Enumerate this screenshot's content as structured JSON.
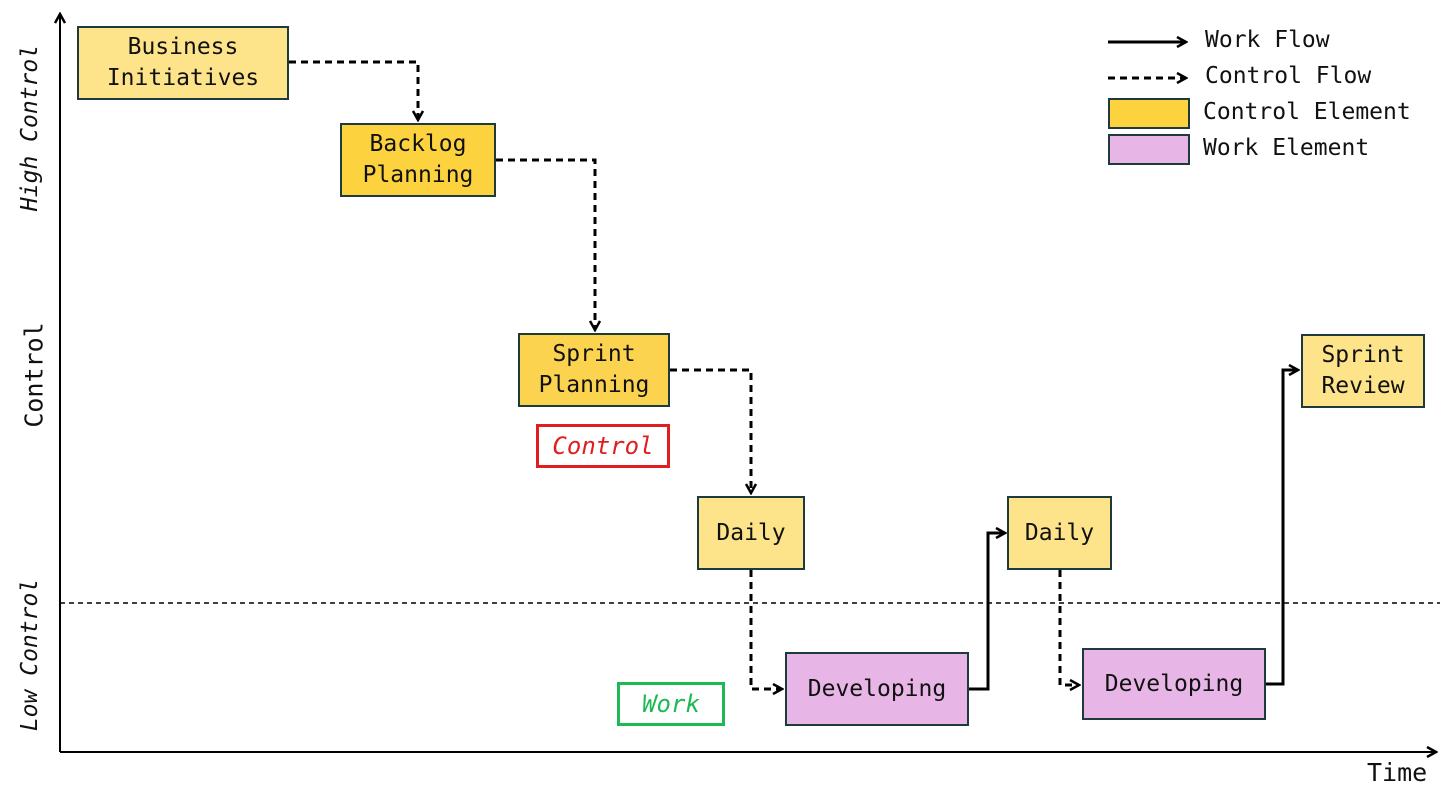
{
  "axes": {
    "x_label": "Time",
    "y_label": "Control",
    "y_high": "High Control",
    "y_low": "Low Control"
  },
  "colors": {
    "control_element_light": "#fde38a",
    "control_element_strong": "#fcd33f",
    "work_element": "#e8b6e6",
    "control_tag": "#e01e1e",
    "work_tag": "#1db954"
  },
  "nodes": {
    "business_initiatives": "Business\nInitiatives",
    "backlog_planning": "Backlog\nPlanning",
    "sprint_planning": "Sprint\nPlanning",
    "daily_1": "Daily",
    "developing_1": "Developing",
    "daily_2": "Daily",
    "developing_2": "Developing",
    "sprint_review": "Sprint\nReview"
  },
  "tags": {
    "control": "Control",
    "work": "Work"
  },
  "legend": {
    "work_flow": "Work Flow",
    "control_flow": "Control Flow",
    "control_element": "Control Element",
    "work_element": "Work Element"
  }
}
